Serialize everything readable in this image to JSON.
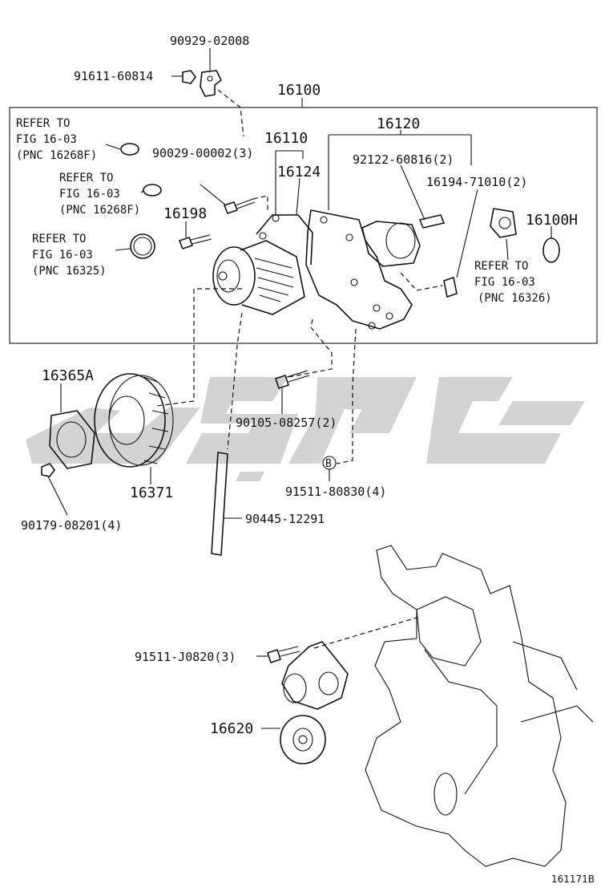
{
  "labels": {
    "bracket": "90929-02008",
    "bolt_bracket": "91611-60814",
    "assy": "16100",
    "sub_assy": "16110",
    "housing": "16120",
    "refer_to_1": "REFER TO",
    "fig_1": "FIG 16-03",
    "pnc_1": "(PNC 16268F)",
    "refer_to_2": "REFER TO",
    "fig_2": "FIG 16-03",
    "pnc_2": "(PNC 16268F)",
    "refer_to_3": "REFER TO",
    "fig_3": "FIG 16-03",
    "pnc_3": "(PNC 16325)",
    "refer_to_4": "REFER TO",
    "fig_4": "FIG 16-03",
    "pnc_4": "(PNC 16326)",
    "bolt_pump": "90029-00002(3)",
    "gasket_pump": "16124",
    "stud": "92122-60816(2)",
    "plug": "16194-71010(2)",
    "oring": "16100H",
    "bolt_16198": "16198",
    "pulley_seat": "16365A",
    "pulley": "16371",
    "bolt_90105": "90105-08257(2)",
    "callout_b": "B",
    "bolt_91511": "91511-80830(4)",
    "nut_90179": "90179-08201(4)",
    "pipe": "90445-12291",
    "bolt_tensioner": "91511-J0820(3)",
    "tensioner": "16620",
    "diagram_ref": "161171B"
  },
  "colors": {
    "watermark": "#cfcfcf",
    "line": "#111111"
  }
}
